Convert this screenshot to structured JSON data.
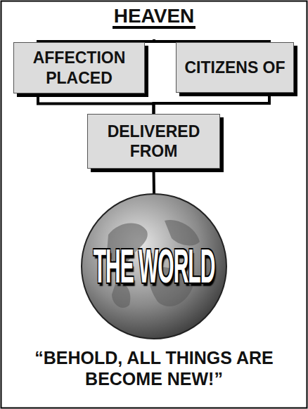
{
  "diagram": {
    "caption": "“BEHOLD, ALL THINGS ARE BECOME NEW!”",
    "nodes": [
      {
        "text": [
          "HEAVEN"
        ]
      },
      {
        "text": [
          "AFFECTION PLACED"
        ]
      },
      {
        "text": [
          "CITIZENS OF"
        ]
      },
      {
        "text": [
          "DELIVERED FROM"
        ]
      },
      {
        "text": [
          "THE WORLD"
        ]
      }
    ],
    "edges": [
      {
        "from": 0,
        "to": 1,
        "arrow": "none"
      },
      {
        "from": 0,
        "to": 2,
        "arrow": "none"
      },
      {
        "from": 1,
        "to": 3,
        "arrow": "none"
      },
      {
        "from": 2,
        "to": 3,
        "arrow": "none"
      },
      {
        "from": 3,
        "to": 4,
        "arrow": "none"
      }
    ]
  }
}
